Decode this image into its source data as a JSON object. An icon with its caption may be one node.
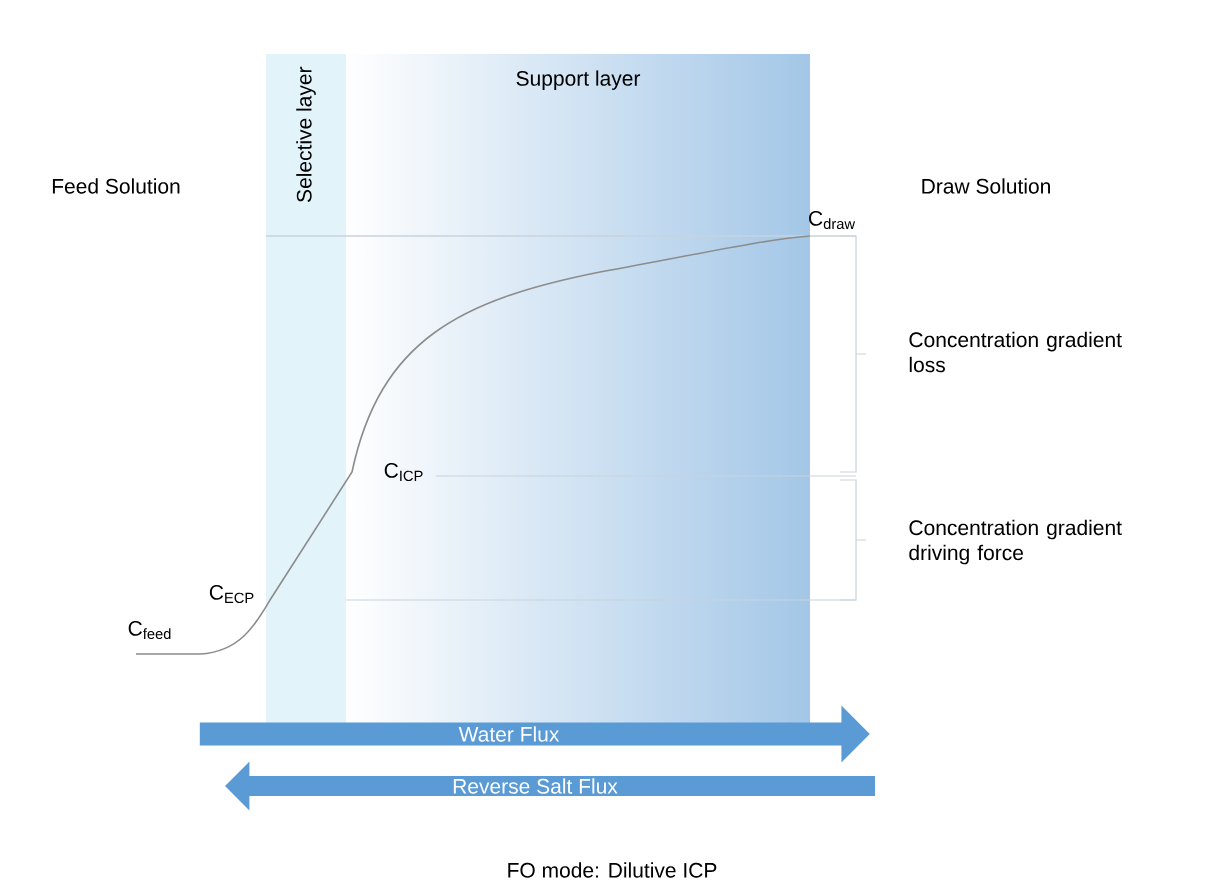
{
  "diagram": {
    "caption": "FO mode: Dilutive ICP",
    "nodes": [
      {
        "text": [
          "Selective layer"
        ]
      },
      {
        "text": [
          "Support layer"
        ]
      }
    ],
    "labels": [
      "Feed Solution",
      "Draw Solution",
      "C$_{draw}$",
      "Concentration gradient loss",
      "C$_{ICP}$",
      "Concentration gradient driving force",
      "C$_{ECP}$",
      "C$_{feed}$",
      "Water Flux",
      "Reverse Salt Flux"
    ]
  }
}
